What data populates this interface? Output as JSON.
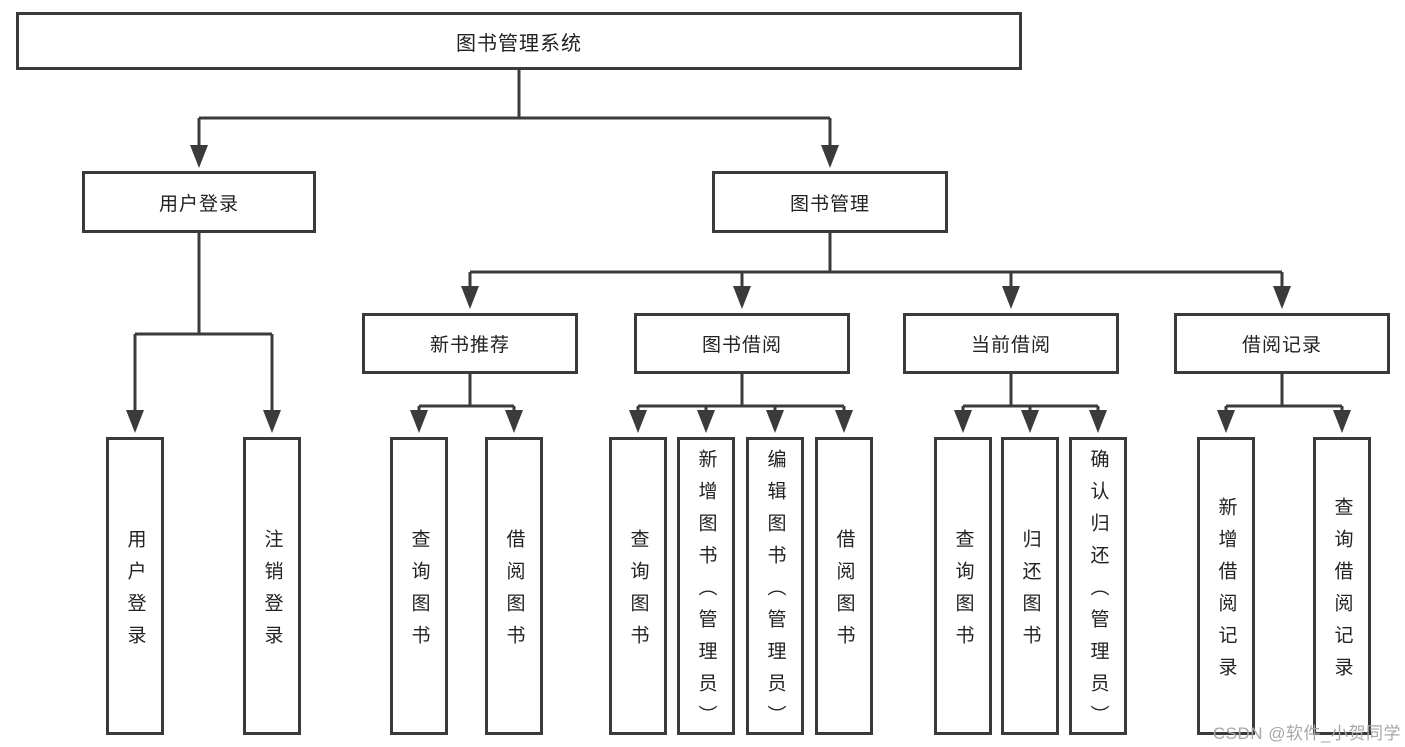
{
  "tree": {
    "label": "图书管理系统",
    "children": [
      {
        "label": "用户登录",
        "children": [
          {
            "label": "用户登录"
          },
          {
            "label": "注销登录"
          }
        ]
      },
      {
        "label": "图书管理",
        "children": [
          {
            "label": "新书推荐",
            "children": [
              {
                "label": "查询图书"
              },
              {
                "label": "借阅图书"
              }
            ]
          },
          {
            "label": "图书借阅",
            "children": [
              {
                "label": "查询图书"
              },
              {
                "label": "新增图书（管理员）"
              },
              {
                "label": "编辑图书（管理员）"
              },
              {
                "label": "借阅图书"
              }
            ]
          },
          {
            "label": "当前借阅",
            "children": [
              {
                "label": "查询图书"
              },
              {
                "label": "归还图书"
              },
              {
                "label": "确认归还（管理员）"
              }
            ]
          },
          {
            "label": "借阅记录",
            "children": [
              {
                "label": "新增借阅记录"
              },
              {
                "label": "查询借阅记录"
              }
            ]
          }
        ]
      }
    ]
  },
  "watermark": "CSDN @软件_小贺同学",
  "colors": {
    "line": "#3b3b3b",
    "box_border": "#3a3a3a",
    "box_fill": "#ffffff",
    "text": "#222222",
    "watermark": "#a9a6a6"
  }
}
